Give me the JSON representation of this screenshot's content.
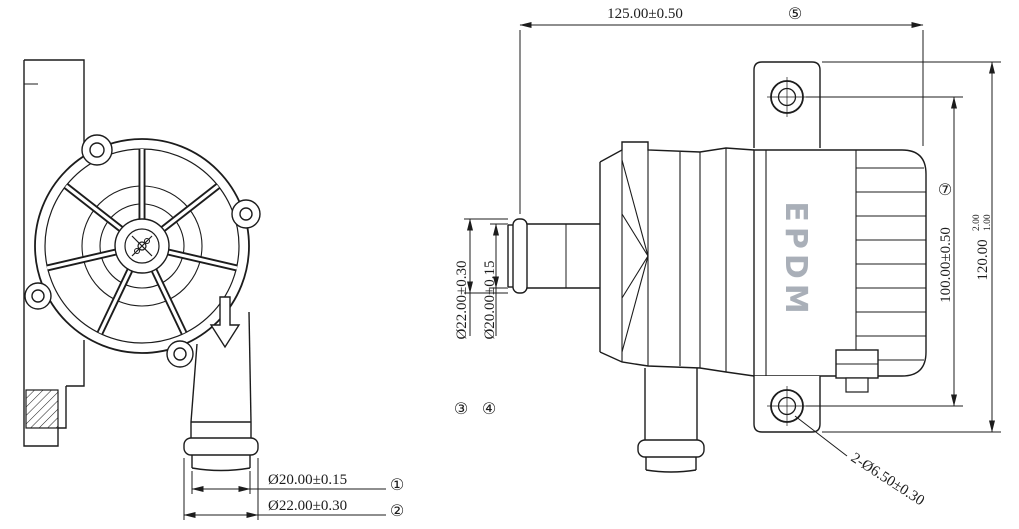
{
  "drawing": {
    "colors": {
      "line": "#1c1c1c",
      "epdm_text": "#a9afb8",
      "background": "#ffffff"
    },
    "epdm_label": "EPDM",
    "dims": {
      "outlet_tube": {
        "value": "Ø20.00±0.15",
        "ref": "①"
      },
      "outlet_barb": {
        "value": "Ø22.00±0.30",
        "ref": "②"
      },
      "inlet_barb": {
        "value": "Ø22.00±0.30",
        "ref": "③"
      },
      "inlet_tube": {
        "value": "Ø20.00±0.15",
        "ref": "④"
      },
      "overall_length": {
        "value": "125.00±0.50",
        "ref": "⑤"
      },
      "mount_hole_span": {
        "value": "100.00±0.50",
        "ref": "⑦"
      },
      "overall_height": {
        "value": "120.00",
        "tol_upper": "2.00",
        "tol_lower": "1.00"
      },
      "mount_holes": {
        "value": "2-Ø6.50±0.30"
      }
    }
  }
}
